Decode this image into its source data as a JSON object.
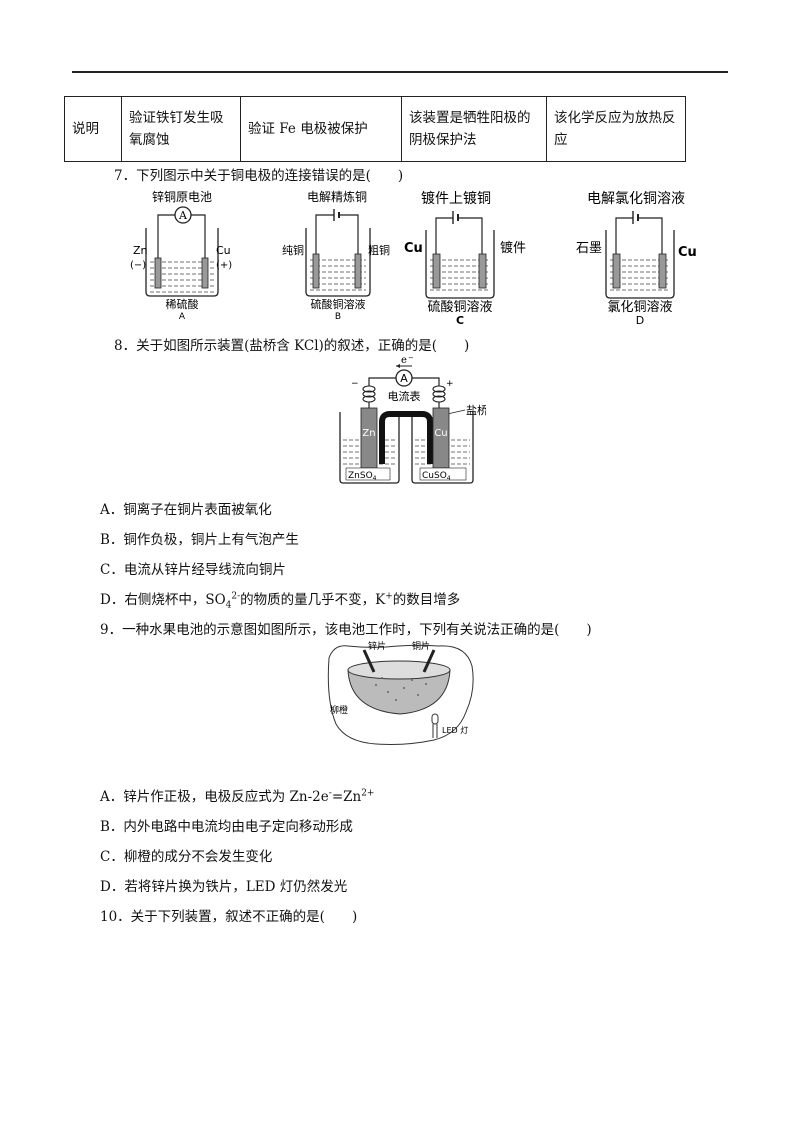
{
  "table": {
    "row_label": "说明",
    "cells": [
      "验证铁钉发生吸氧腐蚀",
      "验证 Fe 电极被保护",
      "该装置是牺牲阳极的阴极保护法",
      "该化学反应为放热反应"
    ]
  },
  "q7": {
    "stem": "7．下列图示中关于铜电极的连接错误的是(　　)",
    "fig_a": {
      "title": "锌铜原电池",
      "meter": "A",
      "left_el": "Zn",
      "left_sign": "(−)",
      "right_el": "Cu",
      "right_sign": "(+)",
      "solution": "稀硫酸",
      "letter": "A"
    },
    "fig_b": {
      "title": "电解精炼铜",
      "left_el": "纯铜",
      "right_el": "粗铜",
      "solution": "硫酸铜溶液",
      "letter": "B"
    },
    "fig_c": {
      "title": "镀件上镀铜",
      "left_el": "Cu",
      "right_el": "镀件",
      "solution": "硫酸铜溶液",
      "letter": "C"
    },
    "fig_d": {
      "title": "电解氯化铜溶液",
      "left_el": "石墨",
      "right_el": "Cu",
      "solution": "氯化铜溶液",
      "letter": "D"
    }
  },
  "q8": {
    "stem": "8．关于如图所示装置(盐桥含 KCl)的叙述，正确的是(　　)",
    "fig": {
      "electron": "e",
      "meter": "A",
      "meter_label": "电流表",
      "bridge_label": "盐桥",
      "minus": "−",
      "plus": "+",
      "left_el": "Zn",
      "right_el": "Cu",
      "left_sol": "ZnSO",
      "right_sol": "CuSO",
      "sub4": "4"
    },
    "options": {
      "a": "A．铜离子在铜片表面被氧化",
      "b": "B．铜作负极，铜片上有气泡产生",
      "c": "C．电流从锌片经导线流向铜片",
      "d_pre": "D．右侧烧杯中，SO",
      "d_sub": "4",
      "d_sup": "2-",
      "d_mid": "的物质的量几乎不变，K",
      "d_sup2": "+",
      "d_post": "的数目增多"
    }
  },
  "q9": {
    "stem": "9．一种水果电池的示意图如图所示，该电池工作时，下列有关说法正确的是(　　)",
    "fig": {
      "zinc": "锌片",
      "copper": "铜片",
      "fruit": "柳橙",
      "led": "LED 灯"
    },
    "options": {
      "a_pre": "A．锌片作正极，电极反应式为 Zn-2e",
      "a_sup": "-",
      "a_mid": "=Zn",
      "a_sup2": "2+",
      "b": "B．内外电路中电流均由电子定向移动形成",
      "c": "C．柳橙的成分不会发生变化",
      "d": "D．若将锌片换为铁片，LED 灯仍然发光"
    }
  },
  "q10": {
    "stem": "10．关于下列装置，叙述不正确的是(　　)"
  }
}
